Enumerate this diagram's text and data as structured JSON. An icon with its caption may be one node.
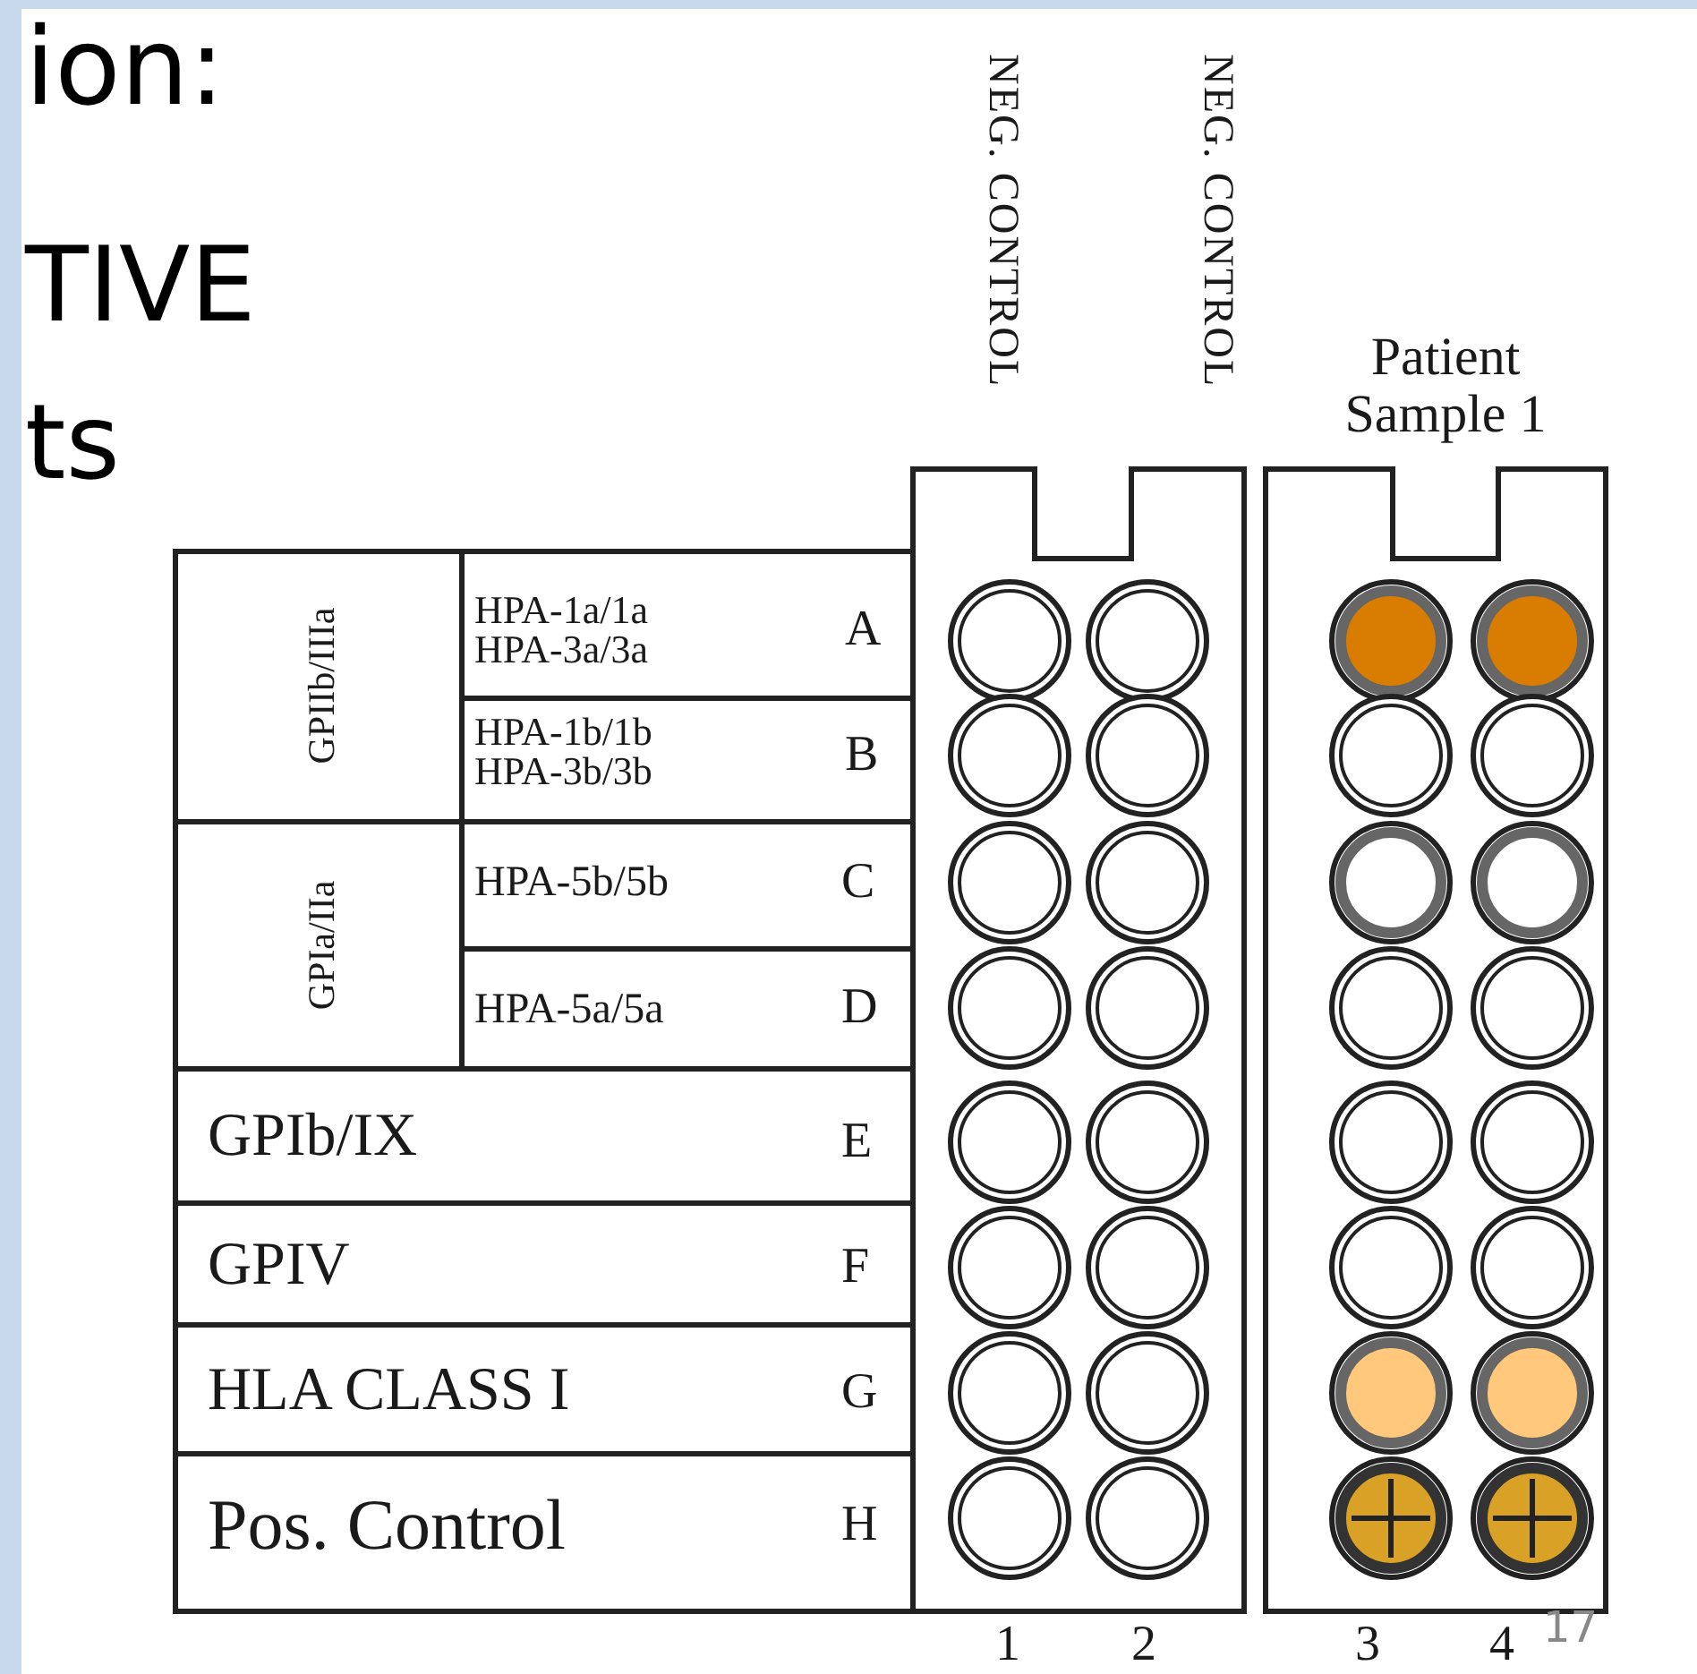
{
  "diagram": {
    "labels": [
      "ion:",
      "TIVE",
      "ts",
      "NEG. CONTROL",
      "NEG. CONTROL",
      "Patient Sample 1",
      "GPIIb/IIIa",
      "HPA-1a/1a HPA-3a/3a",
      "A",
      "HPA-1b/1b HPA-3b/3b",
      "B",
      "GPIa/IIa",
      "HPA-5b/5b",
      "C",
      "HPA-5a/5a",
      "D",
      "GPIb/IX",
      "E",
      "GPIV",
      "F",
      "HLA CLASS I",
      "G",
      "Pos. Control",
      "H",
      "1",
      "2",
      "3",
      "4",
      "17"
    ]
  }
}
